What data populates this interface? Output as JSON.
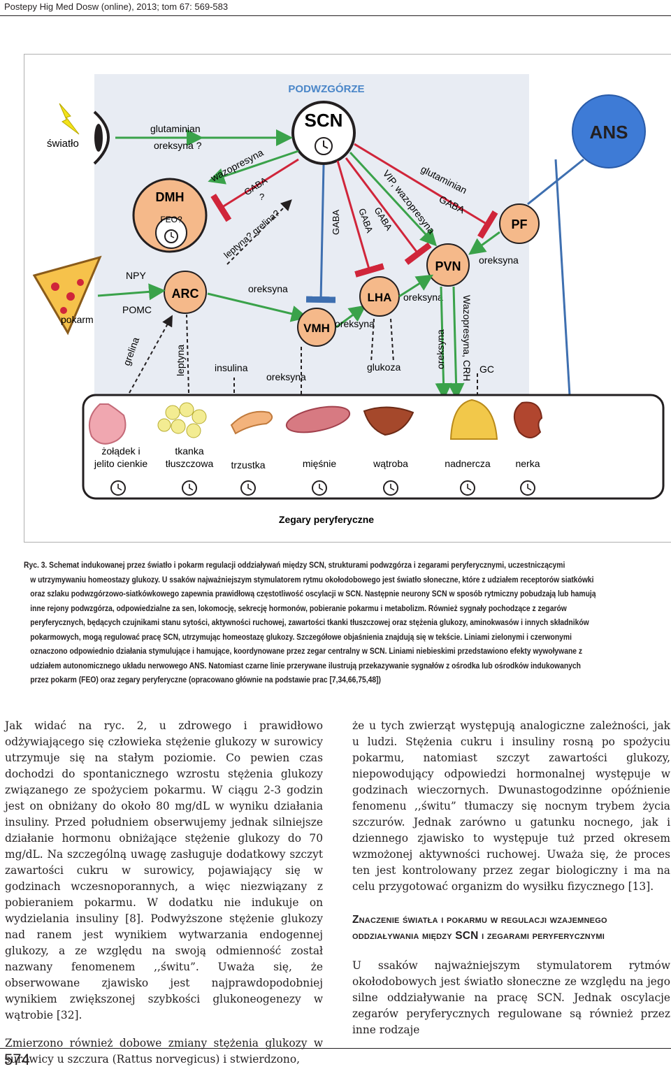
{
  "header": {
    "journal": "Postepy Hig Med Dosw (online), 2013; tom 67: 569-583"
  },
  "figure": {
    "region_label": "PODWZGÓRZE",
    "nodes": {
      "scn": "SCN",
      "ans": "ANS",
      "dmh": "DMH",
      "feo": "FEO?",
      "arc": "ARC",
      "vmh": "VMH",
      "lha": "LHA",
      "pvn": "PVN",
      "pf": "PF"
    },
    "inputs": {
      "light": "światło",
      "food": "pokarm"
    },
    "signals": {
      "glutamate_orexin": [
        "glutaminian",
        "oreksyna ?"
      ],
      "vasopressin": "wazopresyna",
      "gaba_q": [
        "GABA",
        "?"
      ],
      "leptin_ghrelin_q": "leptyna? grelina?",
      "gaba_vmh": "GABA",
      "gaba_lha_1": "GABA",
      "gaba_lha_2": "GABA",
      "vip_vaso": "VIP, wazopresyna",
      "glutamate_pf": "glutaminian",
      "gaba_pf": "GABA",
      "npy": "NPY",
      "pomc": "POMC",
      "orexin_arc": "oreksyna",
      "orexin_vmh": "oreksyna",
      "orexin_lha": "oreksyna",
      "orexin_pvn": "oreksyna",
      "orexin_bottom": "oreksyna",
      "orexin_pvn_down": "oreksyna",
      "vaso_crh": "Wazopresyna, CRH",
      "gc": "GC",
      "ghrelin": "grelina",
      "leptin": "leptyna",
      "insulin": "insulina",
      "glucose": "glukoza"
    },
    "organs": [
      [
        "żołądek i",
        "jelito cienkie"
      ],
      [
        "tkanka",
        "tłuszczowa"
      ],
      [
        "trzustka"
      ],
      [
        "mięśnie"
      ],
      [
        "wątroba"
      ],
      [
        "nadnercza"
      ],
      [
        "nerka"
      ]
    ],
    "peripheral_label": "Zegary peryferyczne",
    "colors": {
      "hypothalamus_bg": "#e8ecf3",
      "node": "#f5b98a",
      "ans": "#3e7bd6",
      "green": "#3aa24a",
      "red": "#d0253a",
      "title_blue": "#4a86c8"
    }
  },
  "caption_lines": [
    "Ryc. 3. Schemat indukowanej przez światło i pokarm regulacji oddziaływań między SCN, strukturami podwzgórza i zegarami peryferycznymi, uczestniczącymi",
    "w utrzymywaniu homeostazy glukozy. U ssaków najważniejszym stymulatorem rytmu okołodobowego jest światło słoneczne, które z udziałem receptorów siatkówki",
    "oraz szlaku podwzgórzowo-siatkówkowego zapewnia prawidłową częstotliwość oscylacji w SCN. Następnie neurony SCN w sposób rytmiczny pobudzają lub hamują",
    "inne rejony podwzgórza, odpowiedzialne za sen, lokomocję, sekrecję hormonów, pobieranie pokarmu i metabolizm. Również sygnały pochodzące z zegarów",
    "peryferycznych, będących czujnikami stanu sytości, aktywności ruchowej, zawartości tkanki tłuszczowej oraz stężenia glukozy, aminokwasów i innych składników",
    "pokarmowych, mogą regulować pracę SCN, utrzymując homeostazę glukozy. Szczegółowe objaśnienia znajdują się w tekście. Liniami zielonymi i czerwonymi",
    "oznaczono odpowiednio działania stymulujące i hamujące, koordynowane przez zegar centralny w SCN. Liniami niebieskimi przedstawiono efekty wywoływane z",
    "udziałem autonomicznego układu nerwowego ANS. Natomiast czarne linie przerywane ilustrują przekazywanie sygnałów z ośrodka lub ośrodków indukowanych",
    "przez pokarm (FEO) oraz zegary peryferyczne (opracowano głównie na podstawie prac [7,34,66,75,48])"
  ],
  "left_column": {
    "p1": "Jak widać na ryc. 2, u zdrowego i prawidłowo odżywiającego się człowieka stężenie glukozy w surowicy utrzymuje się na stałym poziomie. Co pewien czas dochodzi do spontanicznego wzrostu stężenia glukozy związanego ze spożyciem pokarmu. W ciągu 2-3 godzin jest on obniżany do około 80 mg/dL w wyniku działania insuliny. Przed południem obserwujemy jednak silniejsze działanie hormonu obniżające stężenie glukozy do 70 mg/dL. Na szczególną uwagę zasługuje dodatkowy szczyt zawartości cukru w surowicy, pojawiający się w godzinach wczesnoporannych, a więc niezwiązany z pobieraniem pokarmu. W dodatku nie indukuje on wydzielania insuliny [8]. Podwyższone stężenie glukozy nad ranem jest wynikiem wytwarzania endogennej glukozy, a ze względu na swoją odmienność został nazwany fenomenem ,,świtu”. Uważa się, że obserwowane zjawisko jest najprawdopodobniej wynikiem zwiększonej szybkości glukoneogenezy w wątrobie [32].",
    "p2": "Zmierzono również dobowe zmiany stężenia glukozy w surowicy u szczura (Rattus norvegicus) i stwierdzono,"
  },
  "right_column": {
    "p1": "że u tych zwierząt występują analogiczne zależności, jak u ludzi. Stężenia cukru i insuliny rosną po spożyciu pokarmu, natomiast szczyt zawartości glukozy, niepowodujący odpowiedzi hormonalnej występuje w godzinach wieczornych. Dwunastogodzinne opóźnienie fenomenu ,,świtu” tłumaczy się nocnym trybem życia szczurów. Jednak zarówno u gatunku nocnego, jak i dziennego zjawisko to występuje tuż przed okresem wzmożonej aktywności ruchowej. Uważa się, że proces ten jest kontrolowany przez zegar biologiczny i ma na celu przygotować organizm do wysiłku fizycznego [13].",
    "heading": "Znaczenie światła i pokarmu w regulacji wzajemnego oddziaływania między SCN i zegarami peryferycznymi",
    "p2": "U ssaków najważniejszym stymulatorem rytmów okołodobowych jest światło słoneczne ze względu na jego silne oddziaływanie na pracę SCN. Jednak oscylacje zegarów peryferycznych regulowane są również przez inne rodzaje"
  },
  "page_number": "574"
}
